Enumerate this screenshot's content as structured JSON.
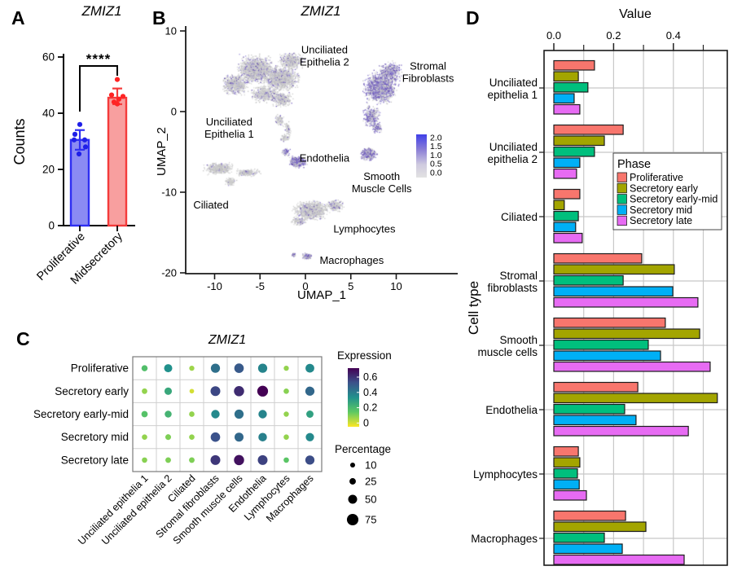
{
  "figure": {
    "background": "#ffffff"
  },
  "chart_data": [
    {
      "type": "bar",
      "label": "A",
      "title": "ZMIZ1",
      "ylabel": "Counts",
      "significance": "****",
      "ylim": [
        0,
        60
      ],
      "yticks": [
        0,
        20,
        40,
        60
      ],
      "groups": [
        {
          "label": "Proliferative",
          "mean": 30.5,
          "err": [
            27,
            34
          ],
          "points": [
            36,
            32.5,
            30.5,
            30.5,
            28,
            25.5
          ],
          "fill": "#8b8bf3",
          "stroke": "#2f2ff2",
          "dot_color": "#1f1fe8"
        },
        {
          "label": "Midsecretory",
          "mean": 45.5,
          "err": [
            43.2,
            48.8
          ],
          "points": [
            52,
            46.5,
            46,
            45,
            44,
            43.3
          ],
          "fill": "#f89f9f",
          "stroke": "#f43b3b",
          "dot_color": "#ff2424"
        }
      ]
    },
    {
      "type": "scatter",
      "label": "B",
      "title": "ZMIZ1",
      "xlabel": "UMAP_1",
      "ylabel": "UMAP_2",
      "xticks": [
        -10,
        -5,
        0,
        5,
        10
      ],
      "yticks": [
        10,
        0,
        -10,
        -20
      ],
      "colorbar": {
        "ticks": [
          "2.0",
          "1.5",
          "1.0",
          "0.5",
          "0.0"
        ],
        "stops": [
          "#4040e8",
          "#8a7ed6",
          "#cfcadf",
          "#e2e2e2"
        ]
      },
      "point_colors": {
        "base_greys": [
          "#bdbdbd",
          "#c6c6c6",
          "#cecece",
          "#d5d5d5"
        ],
        "expressing": [
          "#9186d6",
          "#7a68c6",
          "#6852b8",
          "#5a43ab"
        ]
      },
      "clusters": [
        {
          "name": "Unciliated Epithelia 2",
          "label_lines": [
            "Unciliated",
            "Epithelia 2"
          ],
          "label_pos": [
            2.1,
            6.9
          ],
          "purple_frac": 0.15,
          "blobs": [
            [
              -5.5,
              5.3,
              1.9,
              1.6,
              1600
            ],
            [
              -2.8,
              4.2,
              1.9,
              1.5,
              1400
            ],
            [
              -7.8,
              3.4,
              1.4,
              1.2,
              700
            ],
            [
              -1.6,
              6.3,
              1.3,
              1.0,
              500
            ],
            [
              -4.5,
              2.2,
              1.6,
              1.0,
              500
            ],
            [
              -2.6,
              1.6,
              1.1,
              0.9,
              350
            ],
            [
              -2.9,
              -1.0,
              0.5,
              0.7,
              90
            ],
            [
              -2.0,
              -2.2,
              0.35,
              0.9,
              70
            ],
            [
              -2.3,
              -3.2,
              0.5,
              0.5,
              80
            ]
          ]
        },
        {
          "name": "Unciliated Epithelia 1",
          "label_lines": [
            "Unciliated",
            "Epithelia 1"
          ],
          "label_pos": [
            -8.4,
            -2.0
          ],
          "purple_frac": 0.1,
          "blobs": []
        },
        {
          "name": "Ciliated",
          "label_lines": [
            "Ciliated"
          ],
          "label_pos": [
            -10.4,
            -11.6
          ],
          "purple_frac": 0.06,
          "blobs": [
            [
              -9.6,
              -7.0,
              1.5,
              0.7,
              550
            ],
            [
              -6.4,
              -7.5,
              1.3,
              0.45,
              260
            ],
            [
              -8.3,
              -8.6,
              0.6,
              0.5,
              110
            ]
          ]
        },
        {
          "name": "Endothelia",
          "label_lines": [
            "Endothelia"
          ],
          "label_pos": [
            2.1,
            -5.8
          ],
          "purple_frac": 0.6,
          "blobs": [
            [
              -0.9,
              -6.2,
              0.9,
              0.65,
              520
            ],
            [
              -2.2,
              -4.9,
              0.45,
              0.5,
              90
            ]
          ]
        },
        {
          "name": "Stromal Fibroblasts",
          "label_lines": [
            "Stromal",
            "Fibroblasts"
          ],
          "label_pos": [
            13.5,
            4.9
          ],
          "purple_frac": 0.5,
          "blobs": [
            [
              8.2,
              3.0,
              1.7,
              1.9,
              1500
            ],
            [
              9.3,
              5.0,
              1.2,
              1.1,
              500
            ],
            [
              7.2,
              -0.5,
              0.9,
              1.3,
              350
            ],
            [
              7.8,
              -2.0,
              0.5,
              0.6,
              100
            ]
          ]
        },
        {
          "name": "Smooth Muscle Cells",
          "label_lines": [
            "Smooth",
            "Muscle Cells"
          ],
          "label_pos": [
            8.4,
            -8.8
          ],
          "purple_frac": 0.55,
          "blobs": [
            [
              6.9,
              -5.2,
              0.85,
              0.75,
              420
            ]
          ]
        },
        {
          "name": "Lymphocytes",
          "label_lines": [
            "Lymphocytes"
          ],
          "label_pos": [
            6.5,
            -14.6
          ],
          "purple_frac": 0.13,
          "blobs": [
            [
              0.6,
              -12.2,
              1.8,
              1.1,
              1100
            ],
            [
              3.2,
              -11.6,
              0.9,
              0.7,
              260
            ],
            [
              -0.8,
              -13.5,
              0.8,
              0.5,
              150
            ]
          ]
        },
        {
          "name": "Macrophages",
          "label_lines": [
            "Macrophages"
          ],
          "label_pos": [
            5.1,
            -18.5
          ],
          "purple_frac": 0.5,
          "blobs": [
            [
              0.1,
              -17.9,
              0.55,
              0.4,
              190
            ],
            [
              -1.3,
              -17.7,
              0.25,
              0.2,
              50
            ]
          ]
        }
      ]
    },
    {
      "type": "heatmap",
      "label": "C",
      "title": "ZMIZ1",
      "rows": [
        "Proliferative",
        "Secretory early",
        "Secretory early-mid",
        "Secretory mid",
        "Secretory late"
      ],
      "cols": [
        "Unciliated epithelia 1",
        "Unciliated epithelia 2",
        "Ciliated",
        "Stromal fibroblasts",
        "Smooth muscle cells",
        "Endothelia",
        "Lymphocytes",
        "Macrophages"
      ],
      "cells": [
        [
          [
            0.18,
            22
          ],
          [
            0.3,
            42
          ],
          [
            0.09,
            12
          ],
          [
            0.38,
            52
          ],
          [
            0.43,
            55
          ],
          [
            0.33,
            52
          ],
          [
            0.1,
            12
          ],
          [
            0.32,
            48
          ]
        ],
        [
          [
            0.1,
            16
          ],
          [
            0.24,
            35
          ],
          [
            0.04,
            7
          ],
          [
            0.47,
            58
          ],
          [
            0.52,
            62
          ],
          [
            0.6,
            68
          ],
          [
            0.11,
            15
          ],
          [
            0.4,
            52
          ]
        ],
        [
          [
            0.17,
            24
          ],
          [
            0.21,
            30
          ],
          [
            0.1,
            15
          ],
          [
            0.32,
            45
          ],
          [
            0.38,
            52
          ],
          [
            0.33,
            45
          ],
          [
            0.1,
            13
          ],
          [
            0.26,
            33
          ]
        ],
        [
          [
            0.1,
            15
          ],
          [
            0.12,
            18
          ],
          [
            0.1,
            15
          ],
          [
            0.45,
            55
          ],
          [
            0.4,
            50
          ],
          [
            0.34,
            46
          ],
          [
            0.1,
            14
          ],
          [
            0.32,
            44
          ]
        ],
        [
          [
            0.11,
            15
          ],
          [
            0.12,
            17
          ],
          [
            0.12,
            17
          ],
          [
            0.5,
            58
          ],
          [
            0.57,
            62
          ],
          [
            0.48,
            58
          ],
          [
            0.16,
            15
          ],
          [
            0.46,
            52
          ]
        ]
      ],
      "expression_legend": {
        "title": "Expression",
        "ticks": [
          "0.6",
          "0.4",
          "0.2",
          "0"
        ],
        "range": [
          0,
          0.6
        ],
        "stops": [
          "#440154",
          "#3b528b",
          "#21918c",
          "#5ec962",
          "#fde725"
        ]
      },
      "percentage_legend": {
        "title": "Percentage",
        "values": [
          10,
          25,
          50,
          75
        ]
      }
    },
    {
      "type": "bar",
      "label": "D",
      "title": "Value",
      "ylabel": "Cell type",
      "legend_title": "Phase",
      "xticks": [
        {
          "v": 0.0,
          "label": "0.0"
        },
        {
          "v": 0.2,
          "label": "0.2"
        },
        {
          "v": 0.4,
          "label": "0.4"
        }
      ],
      "minor_ticks": [
        0.1,
        0.3,
        0.5
      ],
      "series": [
        {
          "name": "Proliferative",
          "color": "#F8766D"
        },
        {
          "name": "Secretory early",
          "color": "#A3A500"
        },
        {
          "name": "Secretory early-mid",
          "color": "#00BF7D"
        },
        {
          "name": "Secretory mid",
          "color": "#00B0F6"
        },
        {
          "name": "Secretory late",
          "color": "#E76BF3"
        }
      ],
      "categories": [
        {
          "label_lines": [
            "Unciliated",
            "epithelia 1"
          ],
          "values": [
            0.136,
            0.082,
            0.114,
            0.068,
            0.087
          ]
        },
        {
          "label_lines": [
            "Unciliated",
            "epithelia 2"
          ],
          "values": [
            0.232,
            0.169,
            0.136,
            0.087,
            0.076
          ]
        },
        {
          "label_lines": [
            "Ciliated"
          ],
          "values": [
            0.087,
            0.035,
            0.082,
            0.073,
            0.095
          ]
        },
        {
          "label_lines": [
            "Stromal",
            "fibroblasts"
          ],
          "values": [
            0.294,
            0.403,
            0.232,
            0.398,
            0.482
          ]
        },
        {
          "label_lines": [
            "Smooth",
            "muscle cells"
          ],
          "values": [
            0.373,
            0.488,
            0.316,
            0.357,
            0.523
          ]
        },
        {
          "label_lines": [
            "Endothelia"
          ],
          "values": [
            0.281,
            0.547,
            0.237,
            0.275,
            0.45
          ]
        },
        {
          "label_lines": [
            "Lymphocytes"
          ],
          "values": [
            0.082,
            0.087,
            0.079,
            0.085,
            0.109
          ]
        },
        {
          "label_lines": [
            "Macrophages"
          ],
          "values": [
            0.24,
            0.308,
            0.169,
            0.229,
            0.436
          ]
        }
      ]
    }
  ]
}
